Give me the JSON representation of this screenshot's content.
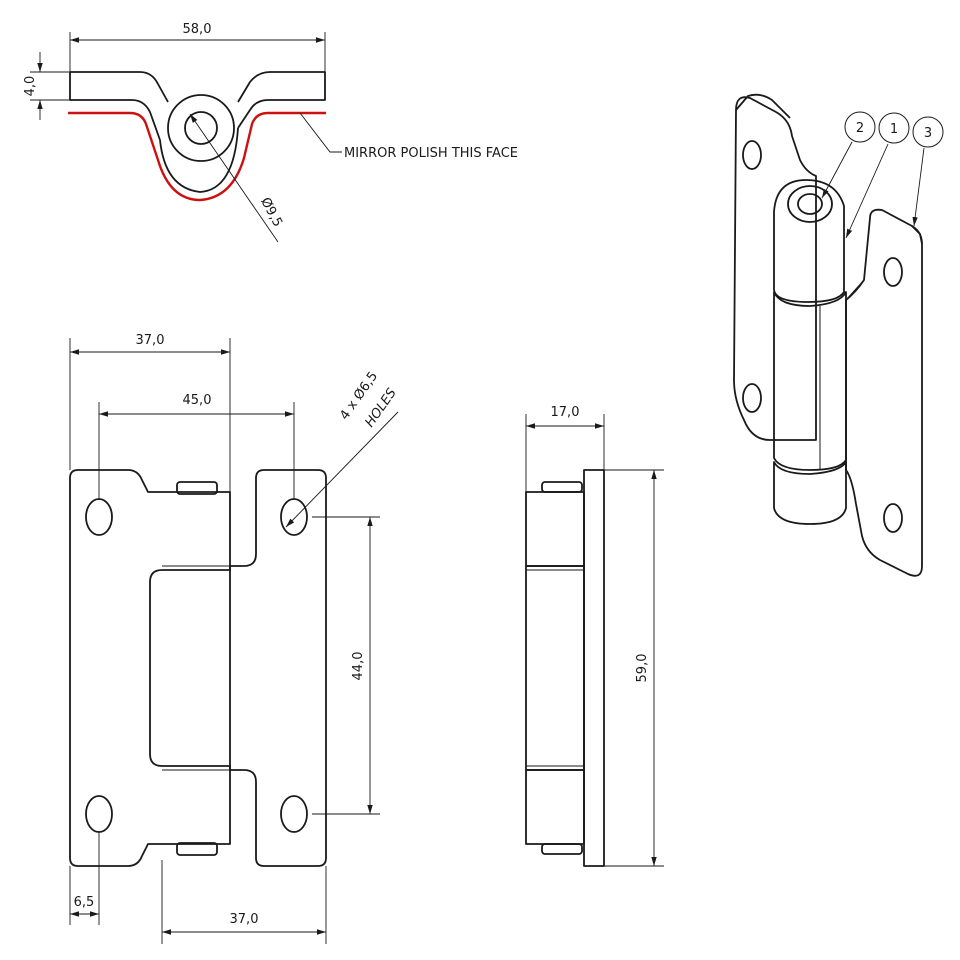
{
  "top_view": {
    "width_label": "58,0",
    "thickness_label": "4,0",
    "pin_dia_label": "Ø9,5",
    "note": "MIRROR POLISH THIS FACE"
  },
  "front_view": {
    "top_width_label": "37,0",
    "hole_spacing_label": "45,0",
    "holes_label": "4 x Ø6,5",
    "holes_word": "HOLES",
    "vertical_spacing_label": "44,0",
    "edge_offset_label": "6,5",
    "bottom_width_label": "37,0"
  },
  "side_view": {
    "depth_label": "17,0",
    "height_label": "59,0"
  },
  "iso_view": {
    "balloons": [
      "2",
      "1",
      "3"
    ]
  }
}
